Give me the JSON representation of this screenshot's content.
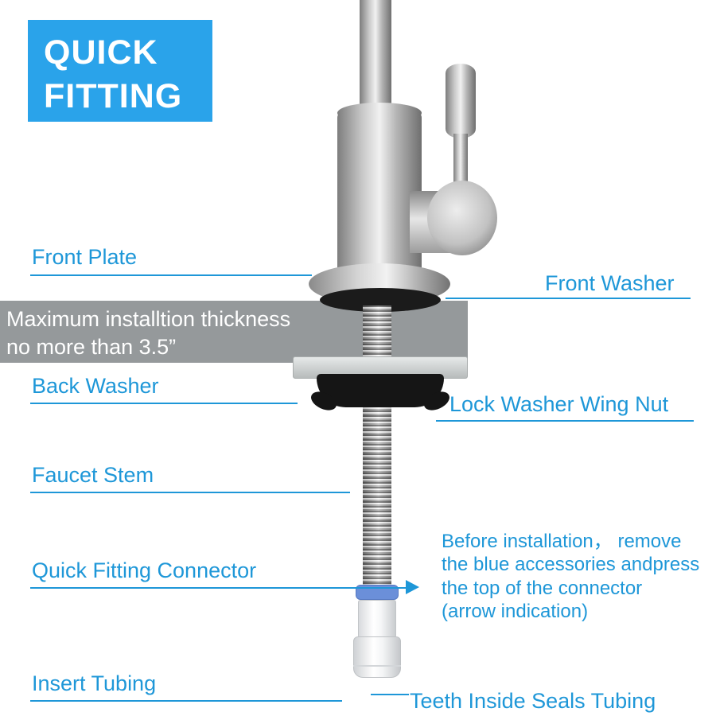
{
  "badge": {
    "lines": [
      "QUICK",
      "FITTING"
    ]
  },
  "banner": {
    "lines": [
      "Maximum installtion thickness",
      "no more than 3.5”"
    ]
  },
  "note": {
    "lines": [
      "Before installation，  remove",
      "the blue accessories andpress",
      "the top of the connector",
      "(arrow indication)"
    ]
  },
  "labels": {
    "front_plate": "Front Plate",
    "front_washer": "Front Washer",
    "back_washer": "Back Washer",
    "lock_washer_wing_nut": "Lock Washer Wing Nut",
    "faucet_stem": "Faucet Stem",
    "quick_fitting_connector": "Quick Fitting Connector",
    "insert_tubing": "Insert Tubing",
    "teeth_inside_seals_tubing": "Teeth Inside Seals Tubing"
  },
  "colors": {
    "accent_blue": "#1e97d8",
    "badge_blue": "#2aa3ea",
    "banner_gray": "#868b8d",
    "connector_blue": "#6b8fd9",
    "washer_black": "#1b1b1b"
  }
}
